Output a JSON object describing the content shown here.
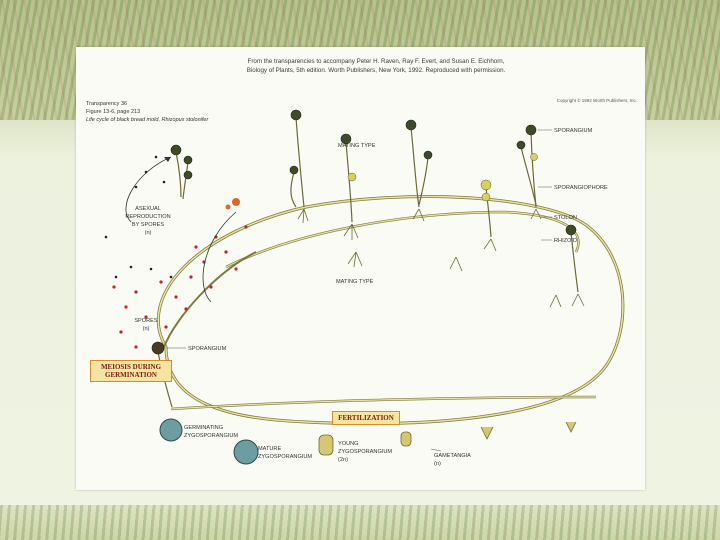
{
  "figure": {
    "credit_line1": "From the transparencies to accompany Peter H. Raven, Ray F. Evert, and Susan E. Eichhorn,",
    "credit_line2": "Biology of Plants, 5th edition. Worth Publishers, New York, 1992. Reproduced with permission.",
    "copyright": "Copyright © 1992 Worth Publishers, Inc.",
    "header_line1": "Transparency 36",
    "header_line2": "Figure 13-6, page 213",
    "header_line3": "Life cycle of black bread mold, Rhizopus stolonifer"
  },
  "labels": {
    "mating_type_plus": "MATING TYPE",
    "mating_type_minus": "MATING TYPE",
    "sporangium_top": "SPORANGIUM",
    "sporangiophore": "SPORANGIOPHORE",
    "stolon": "STOLON",
    "rhizoid": "RHIZOID",
    "asexual_l1": "ASEXUAL",
    "asexual_l2": "REPRODUCTION",
    "asexual_l3": "BY SPORES",
    "asexual_l4": "(n)",
    "spores_l1": "SPORES",
    "spores_l2": "(n)",
    "sporangium_left": "SPORANGIUM",
    "meiosis": "MEIOSIS DURING GERMINATION",
    "fertilization": "FERTILIZATION",
    "germinating_l1": "GERMINATING",
    "germinating_l2": "ZYGOSPORANGIUM",
    "mature_l1": "MATURE",
    "mature_l2": "ZYGOSPORANGIUM",
    "young_l1": "YOUNG",
    "young_l2": "ZYGOSPORANGIUM",
    "young_l3": "(2n)",
    "gametangia_l1": "GAMETANGIA",
    "gametangia_l2": "(n)"
  },
  "colors": {
    "hypha": "#e8e2a4",
    "hypha_edge": "#7f7a3c",
    "spore_red": "#c8261c",
    "spore_dark": "#222222",
    "zygosporangium": "#6c9ea1",
    "highlight_box": "#f4e6a2"
  }
}
